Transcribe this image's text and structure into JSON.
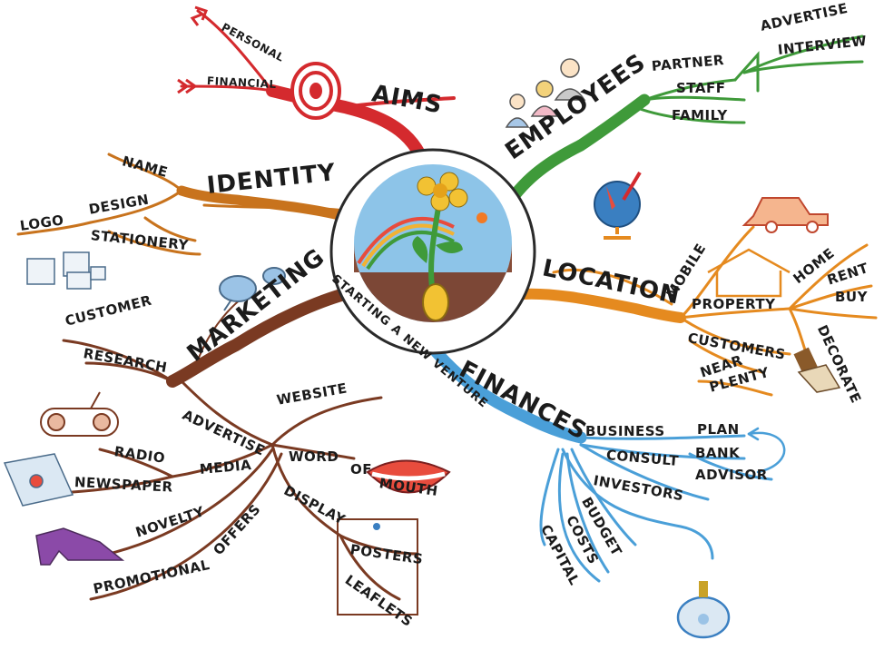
{
  "center": {
    "title": "STARTING A NEW VENTURE"
  },
  "colors": {
    "aims": "#d42a2e",
    "employees": "#3f9a3a",
    "identity": "#c8731d",
    "location": "#e58a1f",
    "marketing": "#7a3a22",
    "finances": "#4a9fd8",
    "ink": "#1b1b1b"
  },
  "branches": {
    "aims": {
      "label": "AIMS",
      "children": [
        "PERSONAL",
        "FINANCIAL"
      ]
    },
    "employees": {
      "label": "EMPLOYEES",
      "children": [
        "PARTNER",
        "STAFF",
        "FAMILY",
        "ADVERTISE",
        "INTERVIEW"
      ]
    },
    "identity": {
      "label": "IDENTITY",
      "children": [
        "NAME",
        "DESIGN",
        "LOGO",
        "STATIONERY"
      ]
    },
    "location": {
      "label": "LOCATION",
      "children": [
        "MOBILE",
        "PROPERTY",
        "HOME",
        "RENT",
        "BUY",
        "DECORATE",
        "CUSTOMERS",
        "NEAR",
        "PLENTY"
      ]
    },
    "marketing": {
      "label": "MARKETING",
      "children": [
        "CUSTOMER",
        "RESEARCH",
        "ADVERTISE",
        "WEBSITE",
        "WORD",
        "OF",
        "MOUTH",
        "DISPLAY",
        "POSTERS",
        "LEAFLETS",
        "MEDIA",
        "RADIO",
        "NEWSPAPER",
        "NOVELTY",
        "PROMOTIONAL",
        "OFFERS"
      ]
    },
    "finances": {
      "label": "FINANCES",
      "children": [
        "BUSINESS",
        "PLAN",
        "CONSULT",
        "BANK",
        "ADVISOR",
        "INVESTORS",
        "BUDGET",
        "COSTS",
        "CAPITAL"
      ]
    }
  },
  "icons": [
    "target-icon",
    "arrow-icon",
    "people-icon",
    "car-icon",
    "house-icon",
    "globe-icon",
    "paintbrush-icon",
    "speech-bubble-icon",
    "radio-icon",
    "newspaper-icon",
    "shoe-icon",
    "lips-icon",
    "poster-icon",
    "piggy-bank-icon",
    "flower-icon",
    "rainbow-icon",
    "sun-icon",
    "stationery-icon"
  ]
}
